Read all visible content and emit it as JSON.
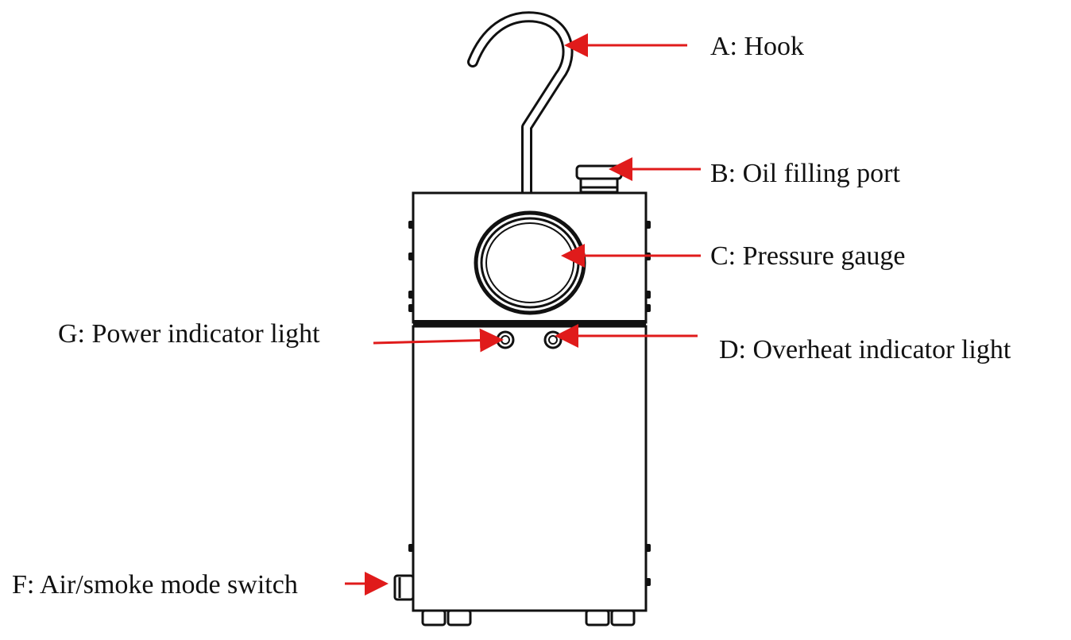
{
  "labels": {
    "a": "A: Hook",
    "b": "B: Oil filling port",
    "c": "C: Pressure gauge",
    "d": "D: Overheat indicator light",
    "f": "F: Air/smoke mode switch",
    "g": "G: Power indicator light"
  },
  "colors": {
    "line": "#111111",
    "arrow": "#e01b1b",
    "background": "#ffffff"
  }
}
